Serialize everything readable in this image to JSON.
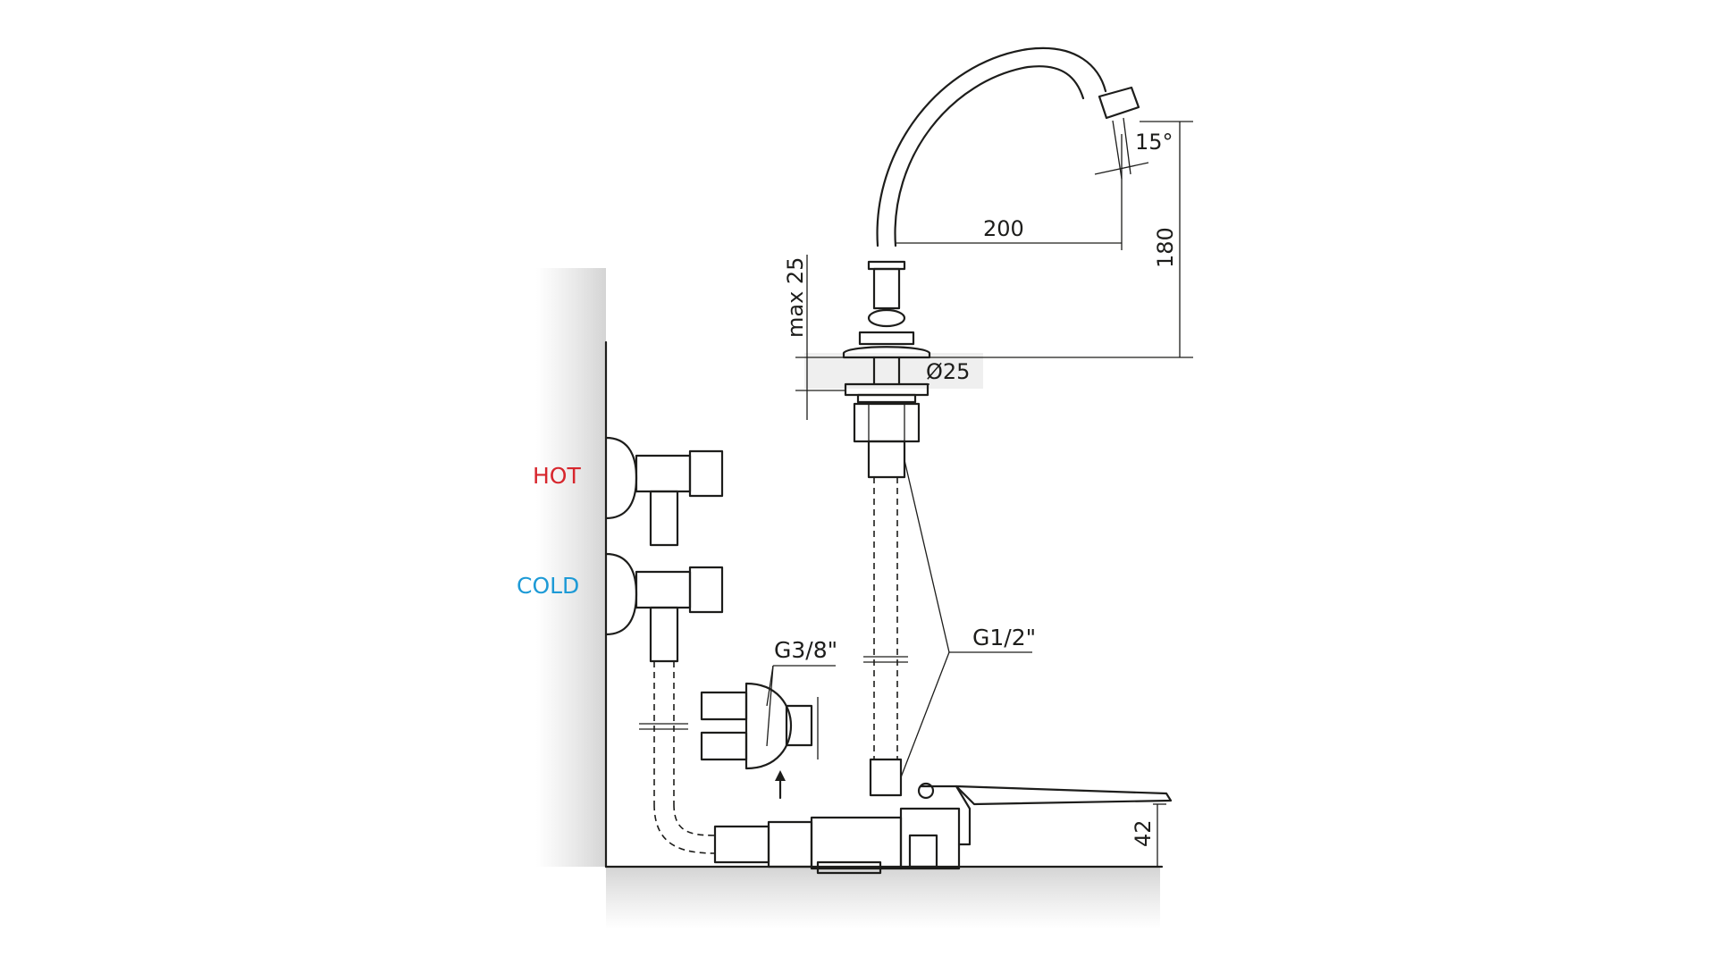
{
  "labels": {
    "hot": "HOT",
    "cold": "COLD",
    "g38": "G3/8\"",
    "g12": "G1/2\""
  },
  "dimensions": {
    "angle": "15°",
    "reach": "200",
    "height": "180",
    "max_thickness": "max 25",
    "diameter": "Ø25",
    "pedal_height": "42"
  },
  "colors": {
    "hot": "#d7262d",
    "cold": "#1d9ad6",
    "line": "#1d1d1b"
  }
}
